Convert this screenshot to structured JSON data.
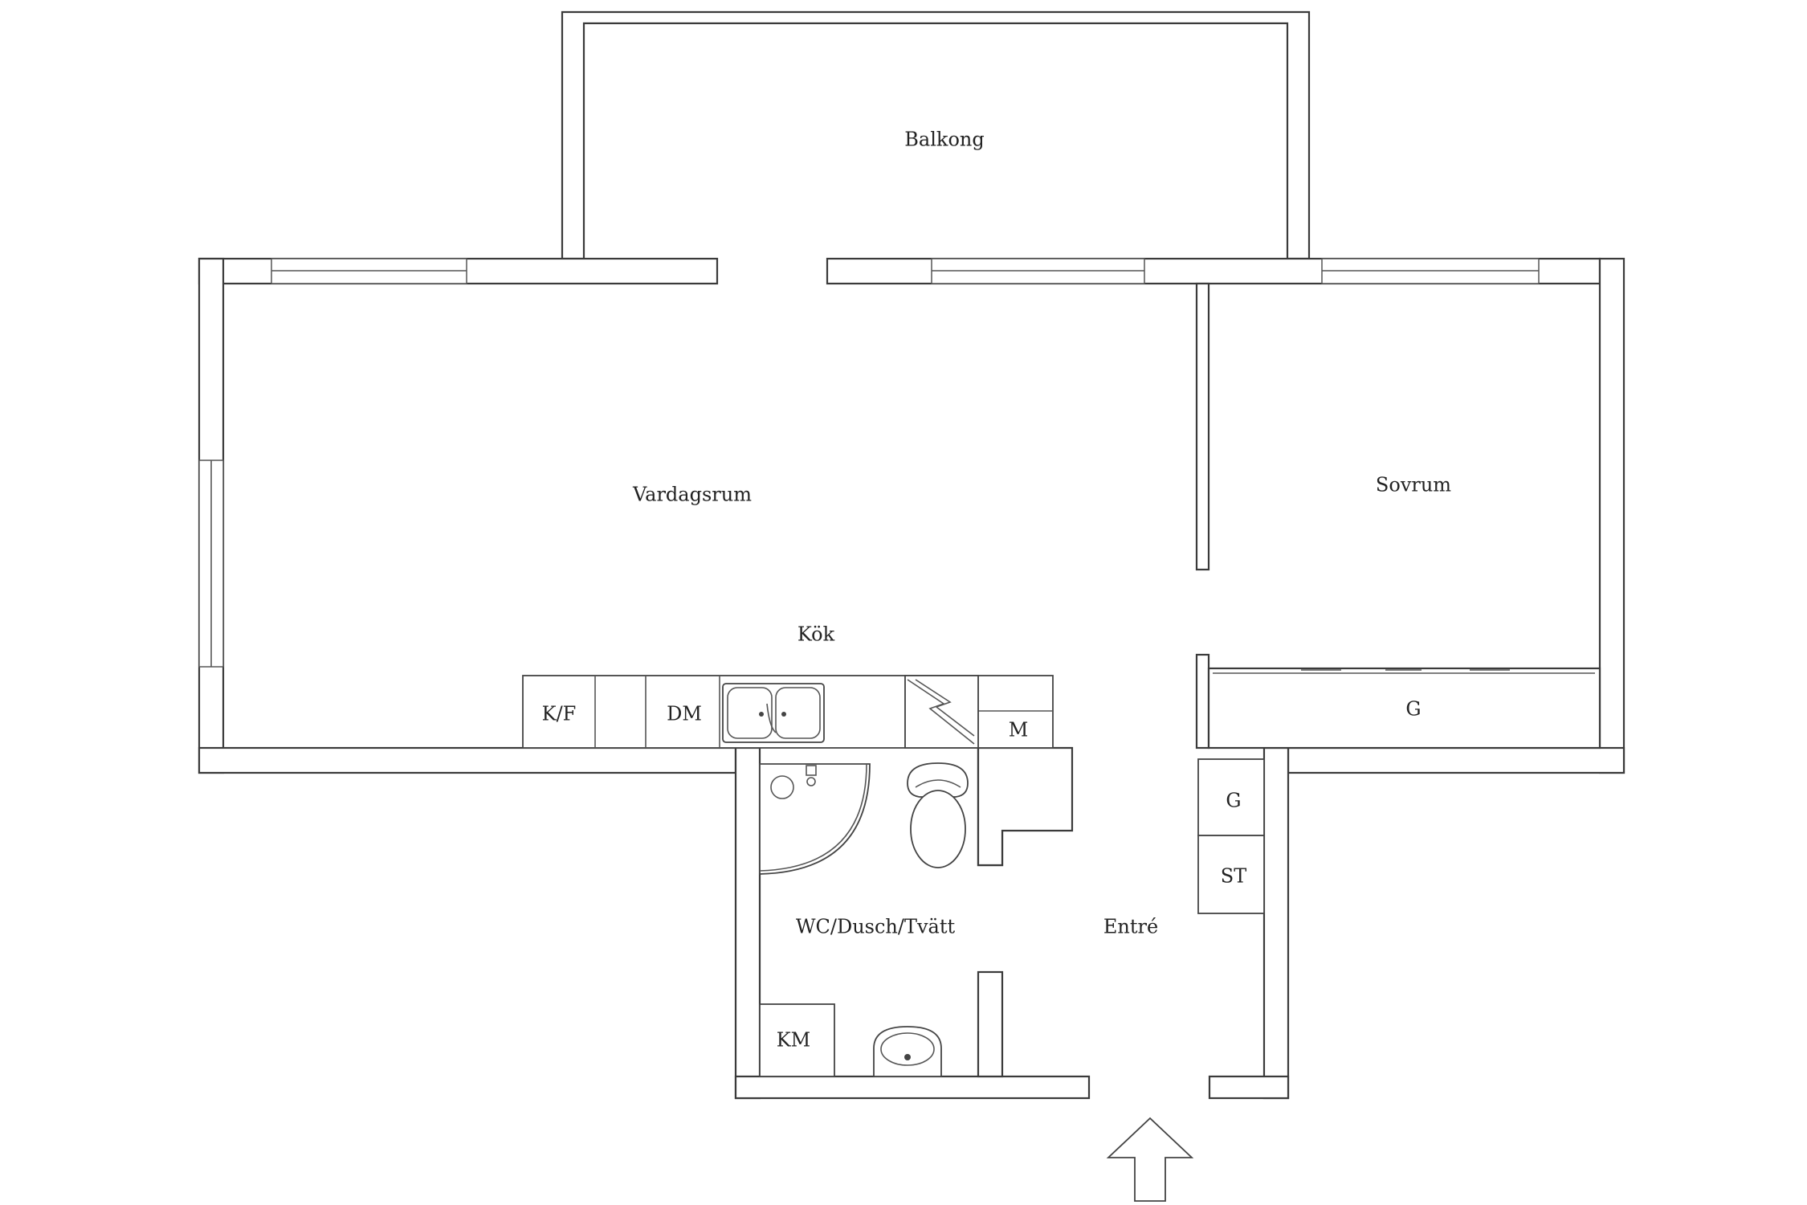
{
  "rooms": {
    "balkong": "Balkong",
    "vardagsrum": "Vardagsrum",
    "kok": "Kök",
    "sovrum": "Sovrum",
    "wc": "WC/Dusch/Tvätt",
    "entre": "Entré"
  },
  "fixtures": {
    "kf": "K/F",
    "dm": "DM",
    "m": "M",
    "g_sovrum": "G",
    "g_entre": "G",
    "st": "ST",
    "km": "KM"
  }
}
